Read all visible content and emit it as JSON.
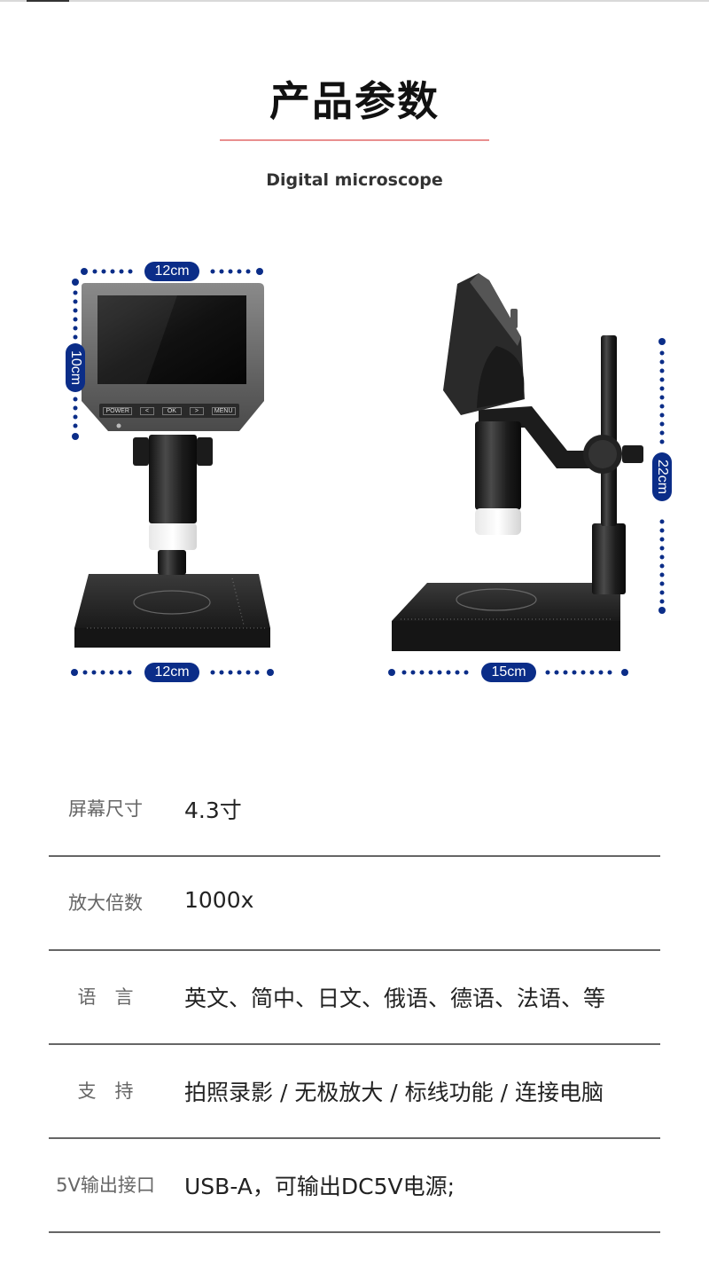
{
  "header": {
    "title": "产品参数",
    "subtitle": "Digital microscope"
  },
  "dimensions": {
    "front_top_width": "12cm",
    "front_screen_height": "10cm",
    "front_base_width": "12cm",
    "side_base_width": "15cm",
    "side_height": "22cm",
    "accent_color": "#0b2d88"
  },
  "device_buttons": [
    "POWER",
    "<",
    "OK",
    ">",
    "MENU"
  ],
  "specs": [
    {
      "label": "屏幕尺寸",
      "value": "4.3寸"
    },
    {
      "label": "放大倍数",
      "value": "1000x"
    },
    {
      "label": "语　言",
      "value": "英文、简中、日文、俄语、德语、法语、等"
    },
    {
      "label": "支　持",
      "value": "拍照录影 / 无极放大 / 标线功能 / 连接电脑"
    },
    {
      "label": "5V输出接口",
      "value": "USB-A，可输出DC5V电源;"
    }
  ]
}
